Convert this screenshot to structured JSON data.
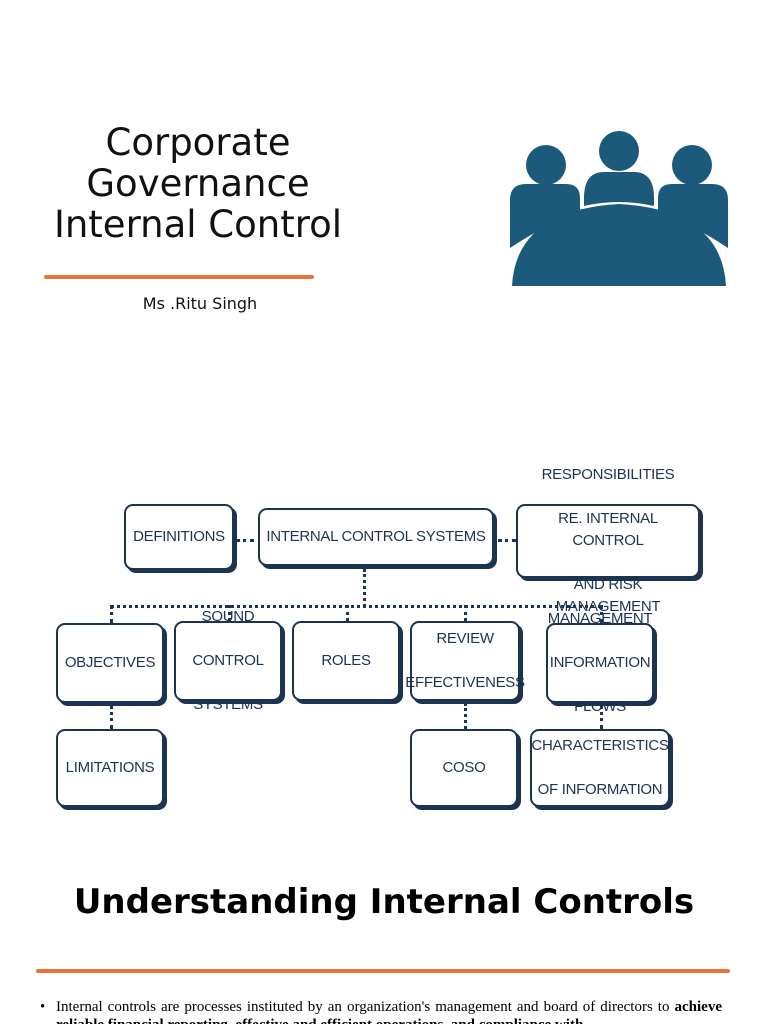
{
  "title": {
    "line1": "Corporate",
    "line2": "Governance",
    "line3": "Internal Control"
  },
  "author": "Ms .Ritu Singh",
  "icon": "meeting-people-icon",
  "colors": {
    "accent": "#e8733a",
    "icon": "#1c5a7c",
    "diagram": "#1d3352"
  },
  "diagram": {
    "definitions": "DEFINITIONS",
    "internal_control_systems": "INTERNAL CONTROL SYSTEMS",
    "responsibilities": [
      "RESPONSIBILITIES",
      "RE. INTERNAL CONTROL",
      "AND RISK MANAGEMENT"
    ],
    "objectives": "OBJECTIVES",
    "sound_control_systems": [
      "SOUND",
      "CONTROL",
      "SYSTEMS"
    ],
    "roles": "ROLES",
    "review_effectiveness": [
      "REVIEW",
      "EFFECTIVENESS"
    ],
    "management_information_flows": [
      "MANAGEMENT",
      "INFORMATION",
      "FLOWS"
    ],
    "limitations": "LIMITATIONS",
    "coso": "COSO",
    "characteristics_of_information": [
      "CHARACTERISTICS",
      "OF INFORMATION"
    ]
  },
  "section": {
    "heading": "Understanding Internal Controls",
    "bullets": [
      {
        "text": "Internal controls are processes instituted by an organization's management and board of directors to",
        "bold": "achieve reliable financial reporting, effective and efficient operations, and compliance with"
      }
    ]
  }
}
